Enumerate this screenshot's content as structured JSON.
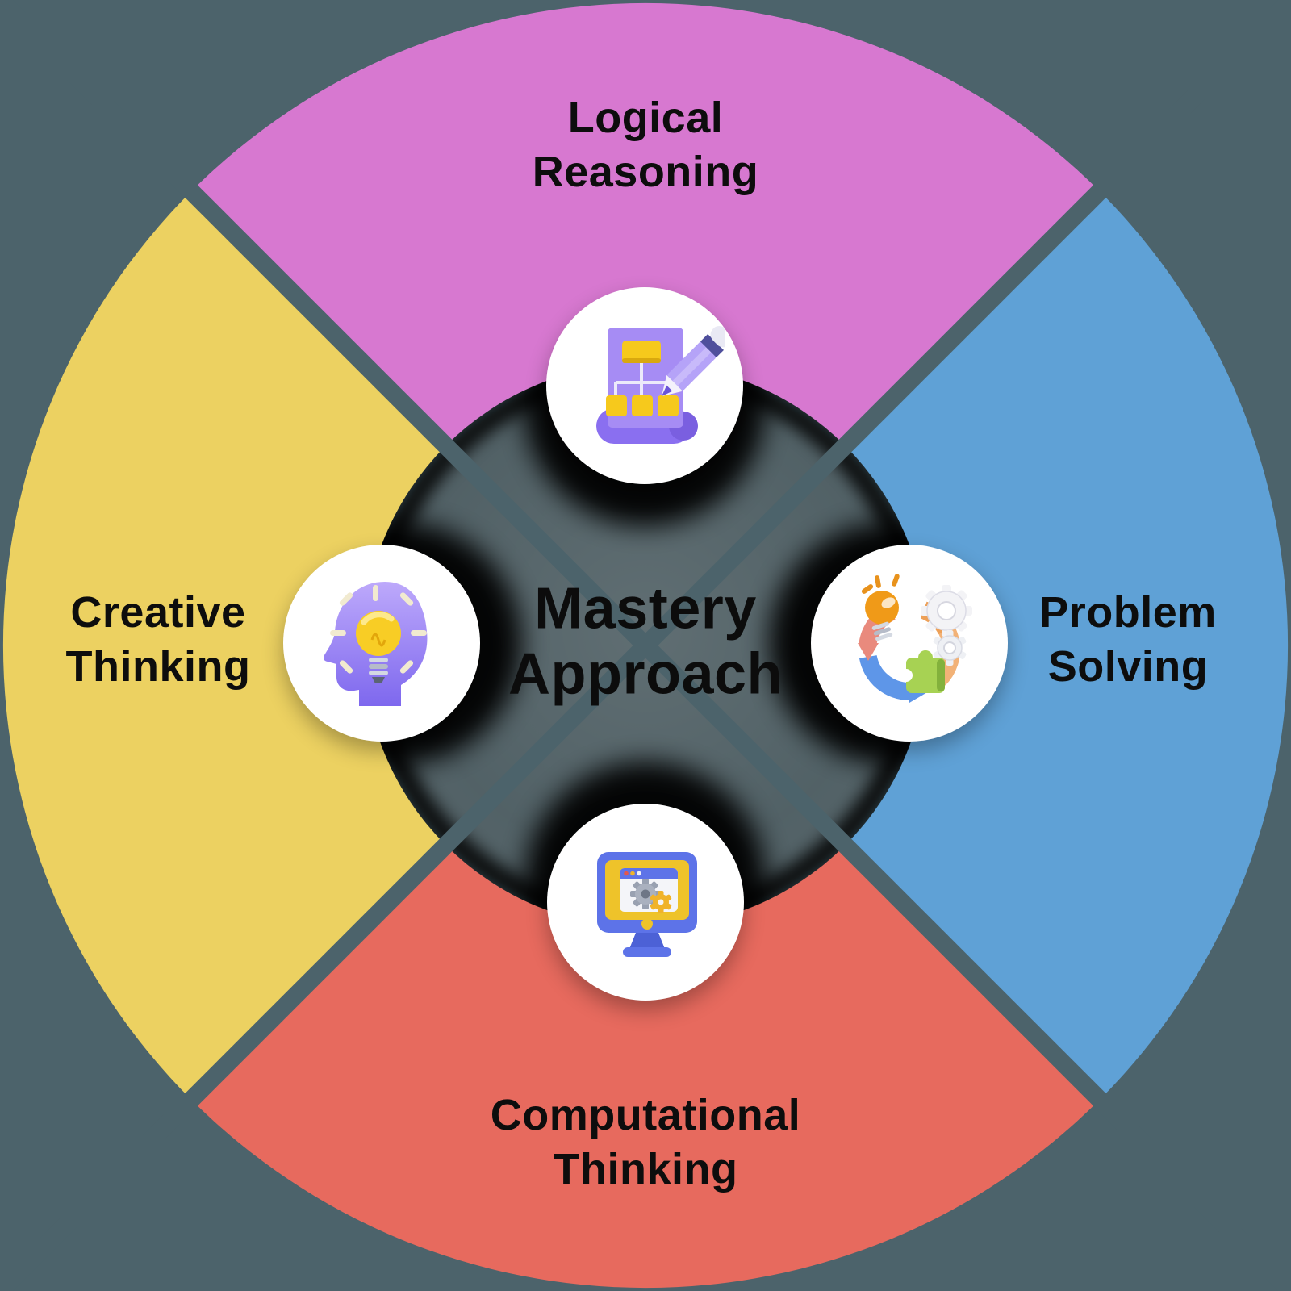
{
  "diagram": {
    "title": {
      "line1": "Mastery",
      "line2": "Approach"
    },
    "background_color": "#4c636b",
    "center_disk_color": "#4e5e63",
    "text_color": "#0d0d0d",
    "quadrants": [
      {
        "id": "logical-reasoning",
        "position": "top",
        "color": "#d778d0",
        "label_line1": "Logical",
        "label_line2": "Reasoning",
        "icon": "flowchart-pencil-icon"
      },
      {
        "id": "problem-solving",
        "position": "right",
        "color": "#5fa1d6",
        "label_line1": "Problem",
        "label_line2": "Solving",
        "icon": "lightbulb-gears-puzzle-cycle-icon"
      },
      {
        "id": "computational-thinking",
        "position": "bottom",
        "color": "#e76a5e",
        "label_line1": "Computational",
        "label_line2": "Thinking",
        "icon": "computer-monitor-gears-icon"
      },
      {
        "id": "creative-thinking",
        "position": "left",
        "color": "#ecd161",
        "label_line1": "Creative",
        "label_line2": "Thinking",
        "icon": "head-lightbulb-icon"
      }
    ]
  }
}
